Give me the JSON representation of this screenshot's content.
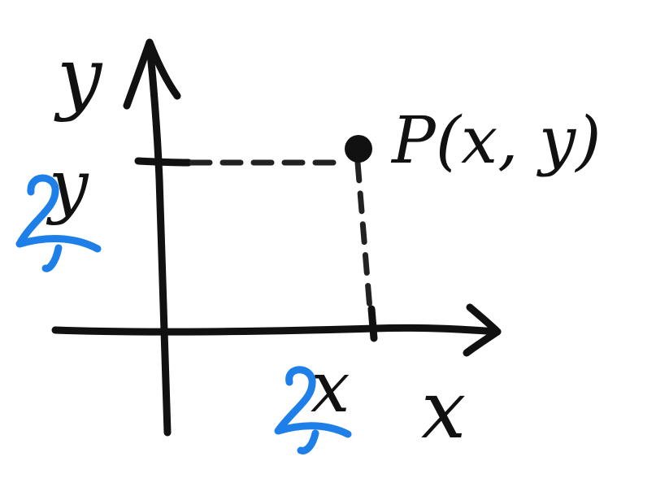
{
  "point": {
    "label": "P(x, y)"
  },
  "axes": {
    "x_axis_label": "x",
    "y_axis_label": "y",
    "x_coordinate_label": "x",
    "y_coordinate_label": "y"
  },
  "colors": {
    "ink": "#111111",
    "accent_blue": "#1f7fe8",
    "background": "#ffffff"
  },
  "icons": {
    "y_tick_mark": "blue-hook-mark",
    "x_tick_mark": "blue-hook-mark"
  }
}
